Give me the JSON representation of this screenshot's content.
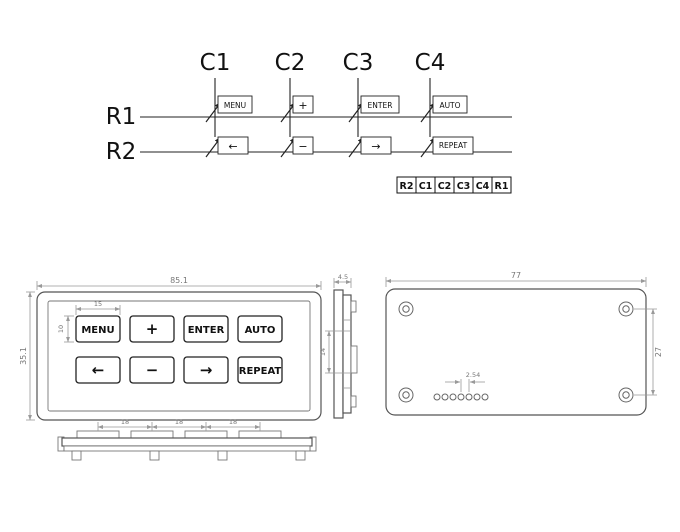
{
  "schematic": {
    "columns": [
      "C1",
      "C2",
      "C3",
      "C4"
    ],
    "rows": [
      "R1",
      "R2"
    ],
    "row1_keys": [
      "MENU",
      "+",
      "ENTER",
      "AUTO"
    ],
    "row2_keys": [
      "←",
      "−",
      "→",
      "REPEAT"
    ],
    "pinout": [
      "R2",
      "C1",
      "C2",
      "C3",
      "C4",
      "R1"
    ]
  },
  "front_view": {
    "row1_keys": [
      "MENU",
      "+",
      "ENTER",
      "AUTO"
    ],
    "row2_keys": [
      "←",
      "−",
      "→",
      "REPEAT"
    ],
    "dim_width": "85.1",
    "dim_height": "35.1",
    "dim_key_width": "15",
    "dim_key_height": "10"
  },
  "side_view": {
    "dim_thickness": "4.5",
    "dim_depth": "14"
  },
  "back_view": {
    "dim_width": "77",
    "dim_height": "27",
    "dim_pin_pitch": "2.54"
  },
  "bottom_view": {
    "dim_pitch": [
      "18",
      "18",
      "18"
    ]
  },
  "colors": {
    "line": "#222222",
    "outline": "#555555",
    "dim": "#999999",
    "background": "#ffffff"
  }
}
